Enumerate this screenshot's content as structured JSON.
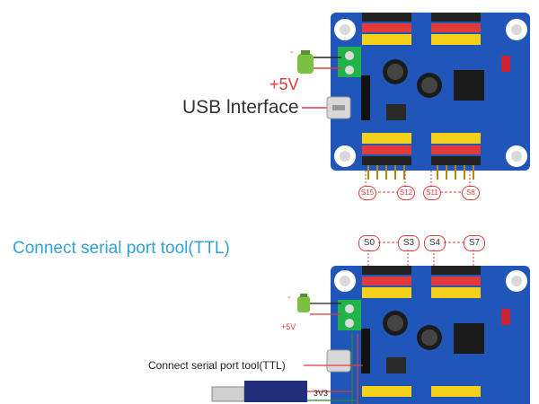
{
  "top": {
    "usb_label": "USB lnterface",
    "plus5v": "+5V",
    "minus": "-",
    "bottom_channels": [
      "S15",
      "S12",
      "S11",
      "S8"
    ]
  },
  "section2": {
    "title": "Connect serial port tool(TTL)",
    "top_channels": [
      "S0",
      "S3",
      "S4",
      "S7"
    ],
    "serial_label": "Connect serial port tool(TTL)",
    "plus5v": "+5V",
    "minus": "-",
    "v33": "3V3"
  },
  "colors": {
    "board": "#1f56b8",
    "accent_red": "#e23b3b",
    "title_blue": "#2fa3d8",
    "terminal_green": "#22b24c"
  }
}
